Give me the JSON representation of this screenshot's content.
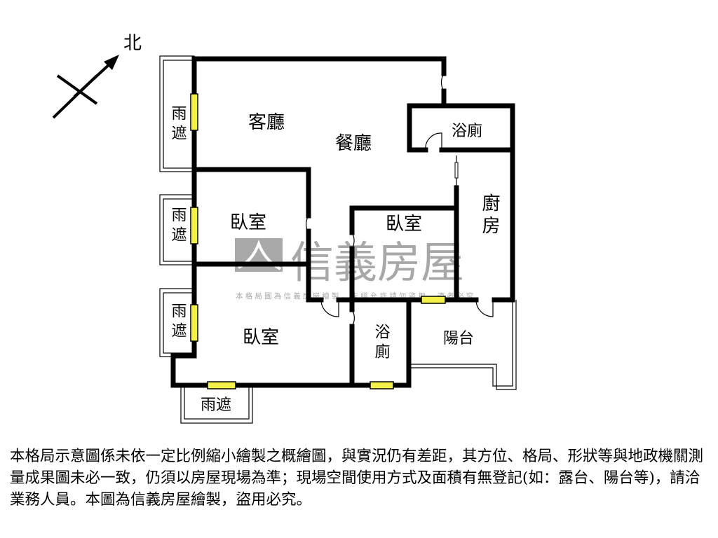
{
  "compass": {
    "north_label": "北"
  },
  "rooms": {
    "living_room": "客廳",
    "dining_room": "餐廳",
    "bathroom_top": "浴廁",
    "bedroom_upper_left": "臥室",
    "bedroom_middle": "臥室",
    "kitchen": "廚房",
    "bedroom_lower_left": "臥室",
    "bathroom_bottom": "浴廁",
    "balcony": "陽台",
    "rain_cover_1": "雨遮",
    "rain_cover_2": "雨遮",
    "rain_cover_3": "雨遮",
    "rain_cover_bottom": "雨遮"
  },
  "watermark": {
    "brand": "信義房屋",
    "notice": "本格局圖為信義房屋繪製，未經允許請勿盜用，違者必究"
  },
  "colors": {
    "window": "#f4f24a",
    "wall": "#000000",
    "watermark": "#9a9a9a"
  },
  "disclaimer": "本格局示意圖係未依一定比例縮小繪製之概繪圖，與實況仍有差距，其方位、格局、形狀等與地政機關測量成果圖未必一致，仍須以房屋現場為準；現場空間使用方式及面積有無登記(如：露台、陽台等)，請洽業務人員。本圖為信義房屋繪製，盜用必究。"
}
